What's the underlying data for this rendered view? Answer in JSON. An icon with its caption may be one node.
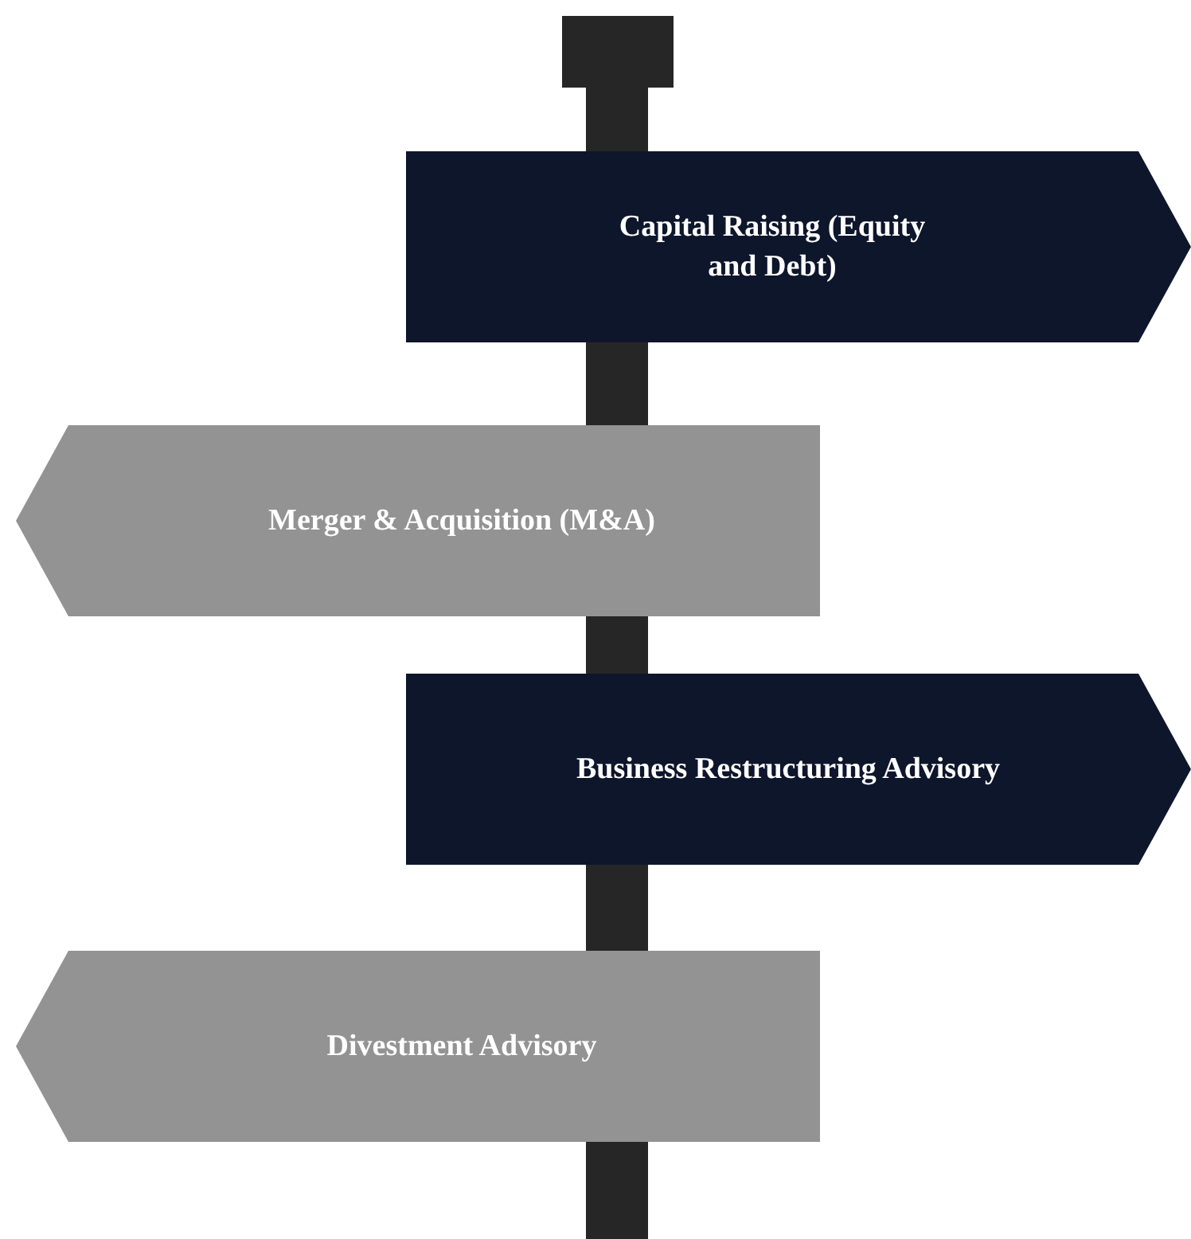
{
  "diagram": {
    "nodes": [
      {
        "text": [
          "Capital Raising (Equity and Debt)"
        ]
      },
      {
        "text": [
          "Merger & Acquisition (M&A)"
        ]
      },
      {
        "text": [
          "Business Restructuring Advisory"
        ]
      },
      {
        "text": [
          "Divestment Advisory"
        ]
      }
    ]
  }
}
